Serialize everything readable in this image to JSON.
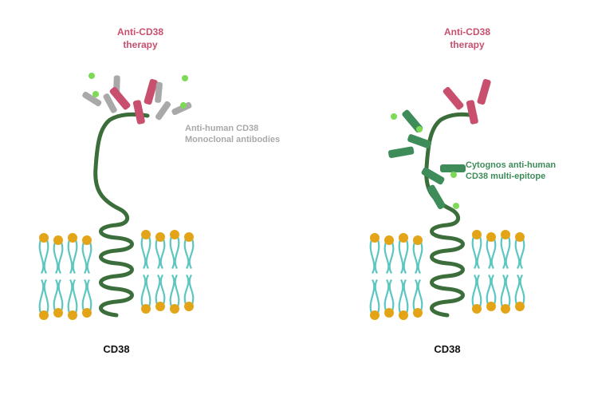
{
  "panels": [
    {
      "therapy_label": [
        "Anti-CD38",
        "therapy"
      ],
      "antibody_label": [
        "Anti-human CD38",
        "Monoclonal antibodies"
      ],
      "receptor_label": "CD38"
    },
    {
      "therapy_label": [
        "Anti-CD38",
        "therapy"
      ],
      "antibody_label": [
        "Cytognos anti-human",
        "CD38 multi-epitope"
      ],
      "receptor_label": "CD38"
    }
  ],
  "colors": {
    "therapy": "#c8506e",
    "gray_antibody": "#a9a9a9",
    "green_antibody": "#3e8c5a",
    "protein": "#3b6e3b",
    "membrane_tail": "#5cc6c0",
    "lipid_head": "#e4a417",
    "fluorophore": "#7ed957",
    "label_dark": "#111111"
  }
}
